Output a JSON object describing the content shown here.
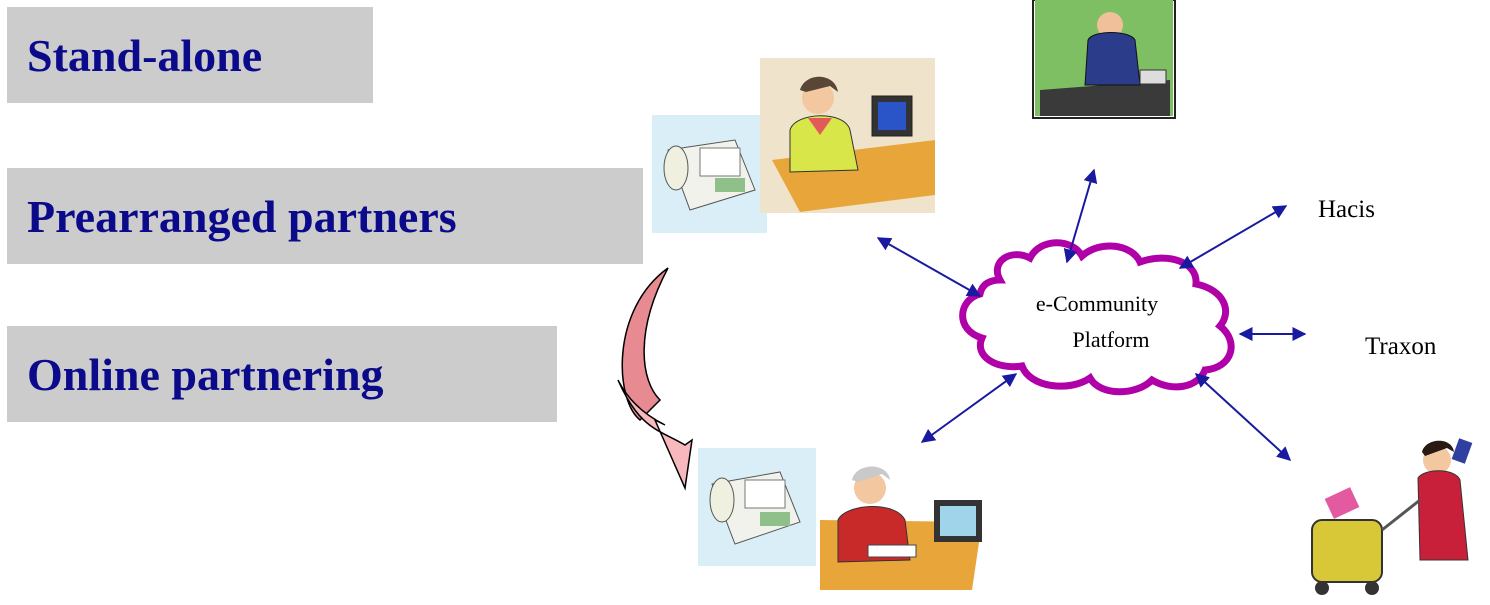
{
  "labels": {
    "standalone": "Stand-alone",
    "prearranged": "Prearranged partners",
    "online": "Online partnering"
  },
  "platform": {
    "line1": "e-Community",
    "line2": "Platform"
  },
  "nodes": {
    "hacis": "Hacis",
    "traxon": "Traxon"
  },
  "colors": {
    "label_text": "#0a0a8a",
    "label_bg": "#cccccc",
    "cloud_stroke": "#b000a8",
    "arrow": "#1a1aa0",
    "transition_arrow": "#e88a92"
  },
  "icons": [
    "fax-machine-icon",
    "office-worker-woman-icon",
    "businessman-desk-icon",
    "traveler-woman-luggage-icon",
    "reading-worker-icon"
  ]
}
